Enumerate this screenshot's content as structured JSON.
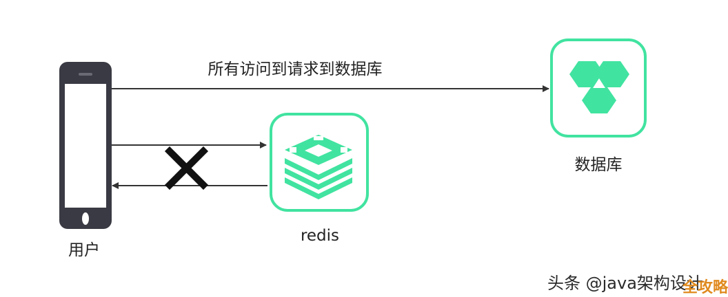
{
  "labels": {
    "top_arrow": "所有访问到请求到数据库",
    "database": "数据库",
    "redis": "redis",
    "user": "用户"
  },
  "watermark": {
    "source": "头条 @java架构设计",
    "site": "全攻略"
  },
  "colors": {
    "accent": "#41e3a0",
    "line": "#333333",
    "phone": "#3a3a44"
  },
  "icons": {
    "user": "phone-icon",
    "database": "hexagon-cluster-icon",
    "redis": "redis-stack-icon",
    "blocked": "cross-mark-icon"
  }
}
